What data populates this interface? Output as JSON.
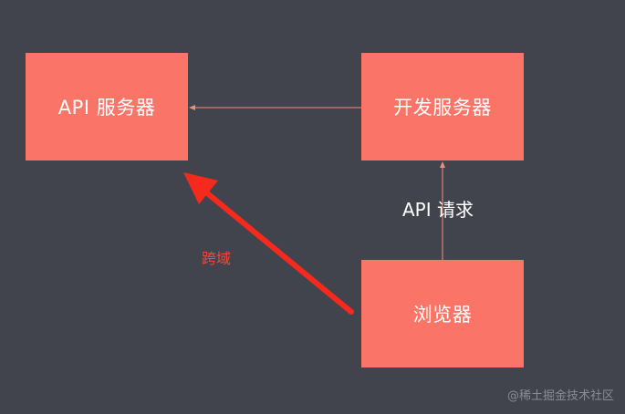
{
  "nodes": {
    "api_server": "API 服务器",
    "dev_server": "开发服务器",
    "browser": "浏览器"
  },
  "labels": {
    "api_request": "API 请求",
    "cross_origin": "跨域"
  },
  "watermark": "@稀土掘金技术社区",
  "colors": {
    "background": "#42444d",
    "box": "#fa7468",
    "thin_arrow": "#f08b80",
    "thick_arrow": "#f52a1c",
    "box_text": "#ffffff",
    "cross_origin_text": "#f2483a"
  }
}
